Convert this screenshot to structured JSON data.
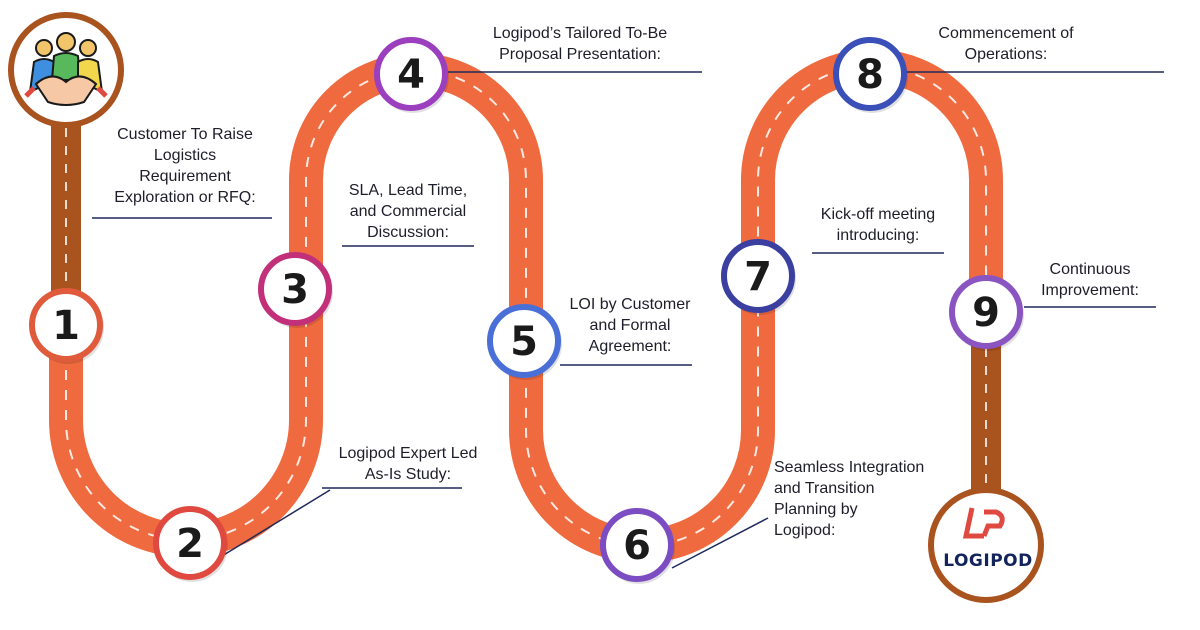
{
  "steps": [
    {
      "number": "1",
      "lines": [
        "Customer To Raise",
        "Logistics",
        "Requirement",
        "Exploration or RFQ:"
      ],
      "ring_color": "#e05a3c"
    },
    {
      "number": "2",
      "lines": [
        "Logipod Expert Led",
        "As-Is Study:"
      ],
      "ring_color": "#e0493f"
    },
    {
      "number": "3",
      "lines": [
        "SLA, Lead Time,",
        "and Commercial",
        "Discussion:"
      ],
      "ring_color": "#c2307a"
    },
    {
      "number": "4",
      "lines": [
        "Logipod’s Tailored To-Be",
        "Proposal Presentation:"
      ],
      "ring_color": "#9b3fbf"
    },
    {
      "number": "5",
      "lines": [
        "LOI by Customer",
        "and Formal",
        "Agreement:"
      ],
      "ring_color": "#4a6fd6"
    },
    {
      "number": "6",
      "lines": [
        "Seamless Integration",
        "and Transition",
        "Planning by",
        "Logipod:"
      ],
      "ring_color": "#7b4cc2"
    },
    {
      "number": "7",
      "lines": [
        "Kick-off meeting",
        "introducing:"
      ],
      "ring_color": "#3b3fa0"
    },
    {
      "number": "8",
      "lines": [
        "Commencement of",
        "Operations:"
      ],
      "ring_color": "#3a4fb8"
    },
    {
      "number": "9",
      "lines": [
        "Continuous",
        "Improvement:"
      ],
      "ring_color": "#8a55c0"
    }
  ],
  "logo": {
    "name": "LOGIPOD",
    "icon": "logipod-lp-logo"
  },
  "start_icon": "handshake-team-icon",
  "colors": {
    "road": "#ef6a3e",
    "road_dark": "#a9531f",
    "dash": "#ffffff",
    "underline": "#1f2a5a",
    "text": "#1e1e2a"
  }
}
